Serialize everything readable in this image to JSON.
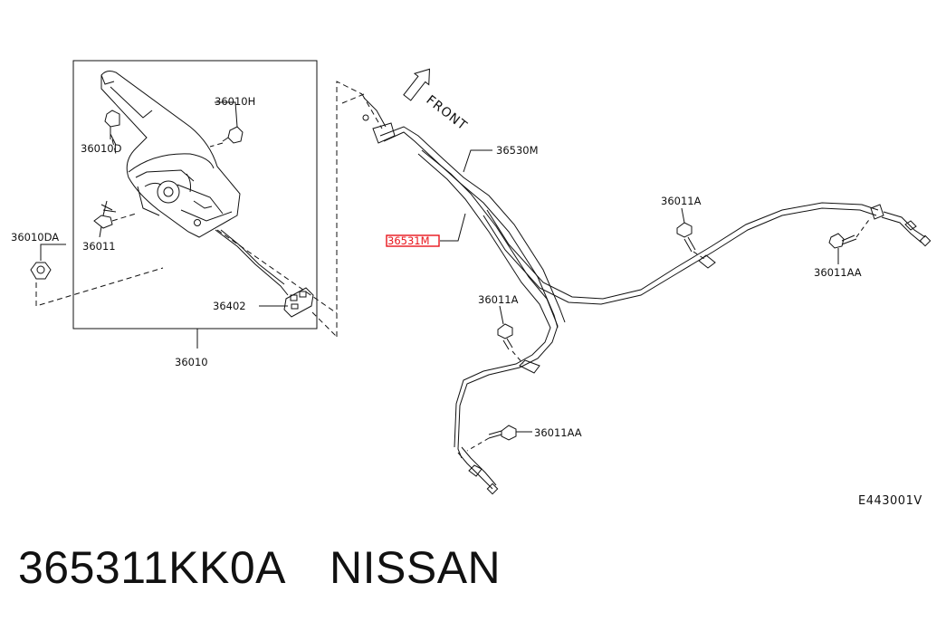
{
  "diagram": {
    "front_label": "FRONT",
    "reference_code": "E443001V",
    "highlight_color": "#e8141b",
    "callouts": {
      "c36010H": "36010H",
      "c36010D": "36010D",
      "c36010DA": "36010DA",
      "c36011": "36011",
      "c36402": "36402",
      "c36010": "36010",
      "c36530M": "36530M",
      "c36531M": "36531M",
      "c36011A_upper": "36011A",
      "c36011AA_right": "36011AA",
      "c36011A_lower": "36011A",
      "c36011AA_lower": "36011AA"
    }
  },
  "caption": {
    "part_number": "365311KK0A",
    "brand": "NISSAN"
  }
}
